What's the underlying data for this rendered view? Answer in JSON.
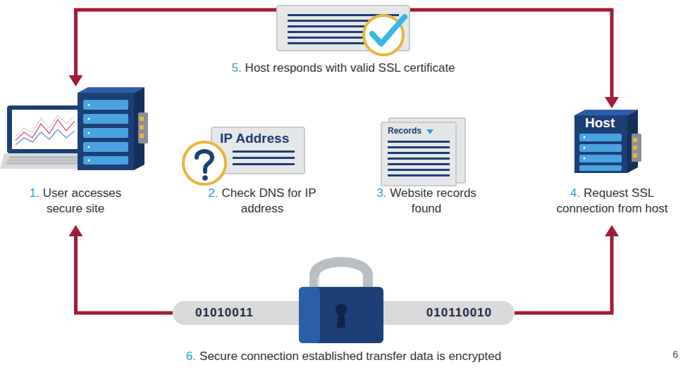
{
  "diagram": {
    "nodes": [
      {
        "text": [
          "1.",
          "User accesses secure site"
        ]
      },
      {
        "text": [
          "IP Address",
          "2.",
          "Check DNS for IP address"
        ]
      },
      {
        "text": [
          "Records",
          "3.",
          "Website records found"
        ]
      },
      {
        "text": [
          "Host",
          "4.",
          "Request SSL connection from host"
        ]
      },
      {
        "text": [
          "5.",
          "Host responds with valid SSL certificate"
        ]
      },
      {
        "text": [
          "01010011",
          "010110010",
          "6.",
          "Secure connection established transfer data is encrypted"
        ]
      }
    ],
    "edges": [
      {
        "from": 4,
        "to": 0,
        "arrow": "to"
      },
      {
        "from": 4,
        "to": 3,
        "arrow": "to"
      },
      {
        "from": 5,
        "to": 0,
        "arrow": "to"
      },
      {
        "from": 5,
        "to": 3,
        "arrow": "to"
      }
    ],
    "labels": [
      "6"
    ]
  }
}
